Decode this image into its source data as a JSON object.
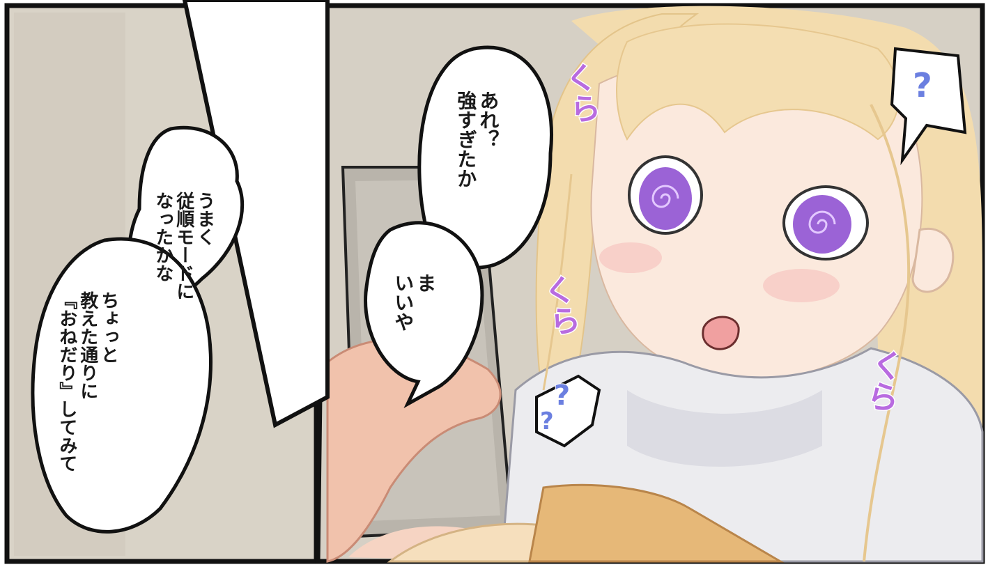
{
  "panels": {
    "left": {
      "bubble_1": "うまく\n従順モードに\nなったかな",
      "bubble_2": "ちょっと\n教えた通りに\n『おねだり』してみて"
    },
    "right": {
      "bubble_1": "あれ？\n強すぎたか",
      "bubble_2": "ま\nいいや",
      "sfx_kura": "くら",
      "question_mark": "?"
    }
  },
  "colors": {
    "wall": "#d8d2c6",
    "hair": "#f2d9a6",
    "skin": "#fbe7dc",
    "eye": "#9b63d6",
    "sweater": "#ececef",
    "sfx": "#b86be0",
    "question": "#6b7fe0"
  }
}
